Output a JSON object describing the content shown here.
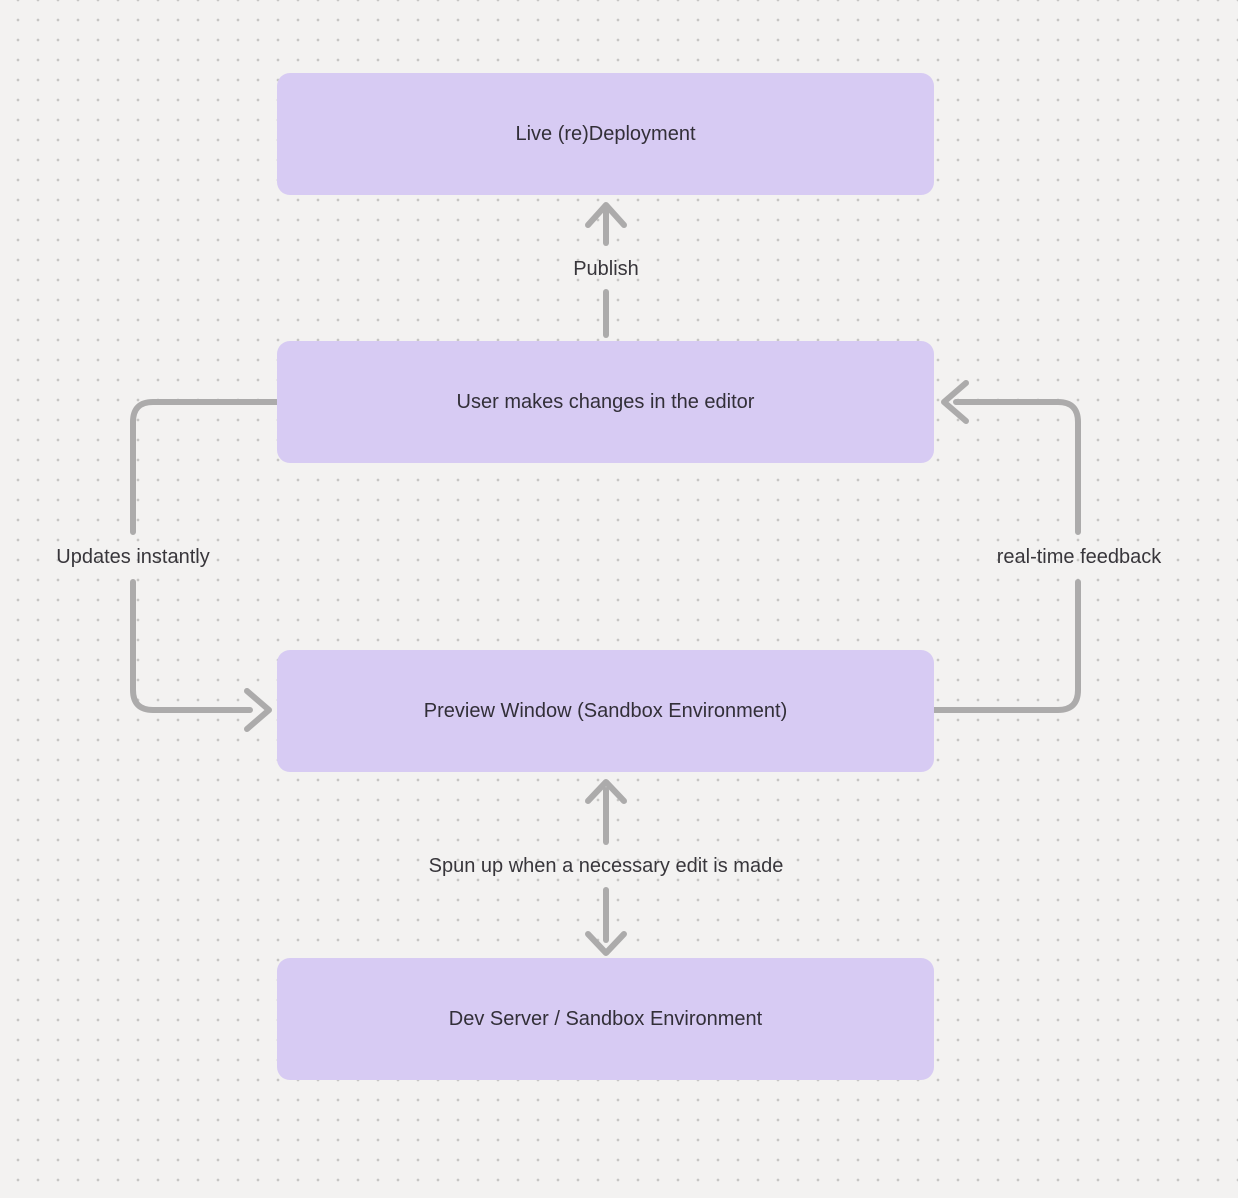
{
  "diagram": {
    "background_color": "#f3f2f1",
    "dot_color": "#c7c6c4",
    "node_fill_color": "#d7cbf3",
    "connector_color": "#acabab",
    "nodes": [
      {
        "id": "live-redeployment",
        "label": "Live (re)Deployment"
      },
      {
        "id": "user-editor",
        "label": "User makes changes in the editor"
      },
      {
        "id": "preview-window",
        "label": "Preview Window (Sandbox Environment)"
      },
      {
        "id": "dev-server",
        "label": "Dev Server / Sandbox Environment"
      }
    ],
    "edges": [
      {
        "id": "publish",
        "label": "Publish",
        "from": "user-editor",
        "to": "live-redeployment",
        "direction": "up"
      },
      {
        "id": "updates-instantly",
        "label": "Updates instantly",
        "from": "user-editor",
        "to": "preview-window",
        "direction": "down-left-loop"
      },
      {
        "id": "real-time-feedback",
        "label": "real-time feedback",
        "from": "preview-window",
        "to": "user-editor",
        "direction": "up-right-loop"
      },
      {
        "id": "spun-up",
        "label": "Spun up when a necessary edit is made",
        "from": "preview-window",
        "to": "dev-server",
        "direction": "bidirectional"
      }
    ]
  }
}
